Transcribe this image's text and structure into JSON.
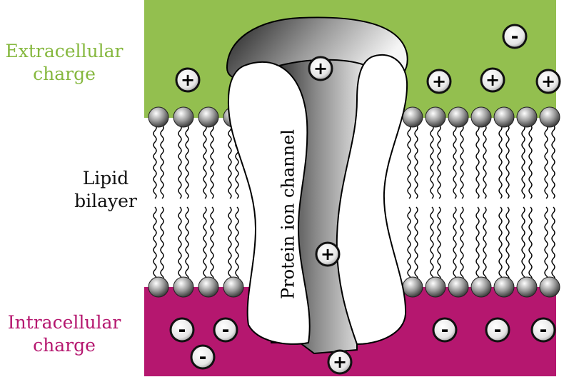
{
  "labels": {
    "extracellular": [
      "Extracellular",
      "charge"
    ],
    "lipid": [
      "Lipid",
      "bilayer"
    ],
    "intracellular": [
      "Intracellular",
      "charge"
    ],
    "channel": "Protein ion channel"
  },
  "ions": {
    "positive": "+",
    "negative": "-"
  },
  "colors": {
    "extracellular": "#93bf4f",
    "intracellular": "#b5176f",
    "label_extracellular": "#86b83f",
    "label_lipid": "#111111",
    "label_intracellular": "#b5176f",
    "channel_dark": "#262626",
    "channel_light": "#f2f2f2",
    "lipid_head_dark": "#4a4a4a"
  },
  "icons": {
    "ion": "circled-charge-icon",
    "lipid": "phospholipid-icon"
  }
}
